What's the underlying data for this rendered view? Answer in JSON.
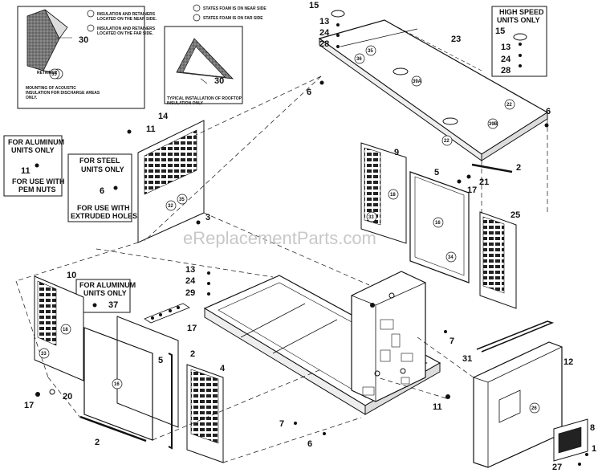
{
  "notes": {
    "near_side": "STATES FOAM IS ON NEAR SIDE",
    "far_side": "STATES FOAM IS ON FAR SIDE",
    "ins_near": [
      "INSULATION AND RETAINERS",
      "LOCATED ON THE NEAR SIDE."
    ],
    "ins_far": [
      "INSULATION AND RETAINERS",
      "LOCATED ON THE FAR SIDE."
    ],
    "retainer": "RETAINER",
    "mounting": [
      "MOUNTING OF ACOUSTIC",
      "INSULATION FOR DISCHARGE AREAS",
      "ONLY."
    ],
    "rooftop": [
      "TYPICAL INSTALLATION OF ROOFTOP",
      "INSULATION ONLY"
    ]
  },
  "boxes": {
    "high_speed": [
      "HIGH SPEED",
      "UNITS ONLY"
    ],
    "alum_top": [
      "FOR ALUMINUM",
      "UNITS ONLY"
    ],
    "pem": [
      "FOR USE WITH",
      "PEM NUTS"
    ],
    "steel": [
      "FOR STEEL",
      "UNITS ONLY"
    ],
    "extruded": [
      "FOR USE WITH",
      "EXTRUDED HOLES"
    ],
    "alum_mid": [
      "FOR ALUMINUM",
      "UNITS ONLY"
    ]
  },
  "watermark": "eReplacementParts.com",
  "callouts": [
    {
      "id": "c15a",
      "t": "15"
    },
    {
      "id": "c13a",
      "t": "13"
    },
    {
      "id": "c24a",
      "t": "24"
    },
    {
      "id": "c28a",
      "t": "28"
    },
    {
      "id": "c23",
      "t": "23"
    },
    {
      "id": "c15b",
      "t": "15"
    },
    {
      "id": "c13b",
      "t": "13"
    },
    {
      "id": "c24b",
      "t": "24"
    },
    {
      "id": "c28b",
      "t": "28"
    },
    {
      "id": "c6a",
      "t": "6"
    },
    {
      "id": "c6b",
      "t": "6"
    },
    {
      "id": "c30a",
      "t": "30"
    },
    {
      "id": "c30b",
      "t": "30"
    },
    {
      "id": "c11a",
      "t": "11"
    },
    {
      "id": "c14",
      "t": "14"
    },
    {
      "id": "c11b",
      "t": "11"
    },
    {
      "id": "c6c",
      "t": "6"
    },
    {
      "id": "c3",
      "t": "3"
    },
    {
      "id": "c9",
      "t": "9"
    },
    {
      "id": "c5a",
      "t": "5"
    },
    {
      "id": "c21",
      "t": "21"
    },
    {
      "id": "c17a",
      "t": "17"
    },
    {
      "id": "c2a",
      "t": "2"
    },
    {
      "id": "c25",
      "t": "25"
    },
    {
      "id": "c10",
      "t": "10"
    },
    {
      "id": "c37",
      "t": "37"
    },
    {
      "id": "c13c",
      "t": "13"
    },
    {
      "id": "c24c",
      "t": "24"
    },
    {
      "id": "c29",
      "t": "29"
    },
    {
      "id": "c17b",
      "t": "17"
    },
    {
      "id": "c2b",
      "t": "2"
    },
    {
      "id": "c5b",
      "t": "5"
    },
    {
      "id": "c4",
      "t": "4"
    },
    {
      "id": "c20",
      "t": "20"
    },
    {
      "id": "c17c",
      "t": "17"
    },
    {
      "id": "c2c",
      "t": "2"
    },
    {
      "id": "c7a",
      "t": "7"
    },
    {
      "id": "c7b",
      "t": "7"
    },
    {
      "id": "c6d",
      "t": "6"
    },
    {
      "id": "c31",
      "t": "31"
    },
    {
      "id": "c12",
      "t": "12"
    },
    {
      "id": "c11c",
      "t": "11"
    },
    {
      "id": "c8",
      "t": "8"
    },
    {
      "id": "c1",
      "t": "1"
    },
    {
      "id": "c27",
      "t": "27"
    }
  ],
  "circle_labels": [
    {
      "id": "k35a",
      "t": "35"
    },
    {
      "id": "k36",
      "t": "36"
    },
    {
      "id": "k35b",
      "t": "35"
    },
    {
      "id": "k39a",
      "t": "39A"
    },
    {
      "id": "k22a",
      "t": "22"
    },
    {
      "id": "k22b",
      "t": "22"
    },
    {
      "id": "k39b",
      "t": "39B"
    },
    {
      "id": "k32",
      "t": "32"
    },
    {
      "id": "k35c",
      "t": "35"
    },
    {
      "id": "k18a",
      "t": "18"
    },
    {
      "id": "k33a",
      "t": "33"
    },
    {
      "id": "k16a",
      "t": "16"
    },
    {
      "id": "k34",
      "t": "34"
    },
    {
      "id": "k18b",
      "t": "18"
    },
    {
      "id": "k33b",
      "t": "33"
    },
    {
      "id": "k16b",
      "t": "16"
    },
    {
      "id": "k26",
      "t": "26"
    }
  ]
}
